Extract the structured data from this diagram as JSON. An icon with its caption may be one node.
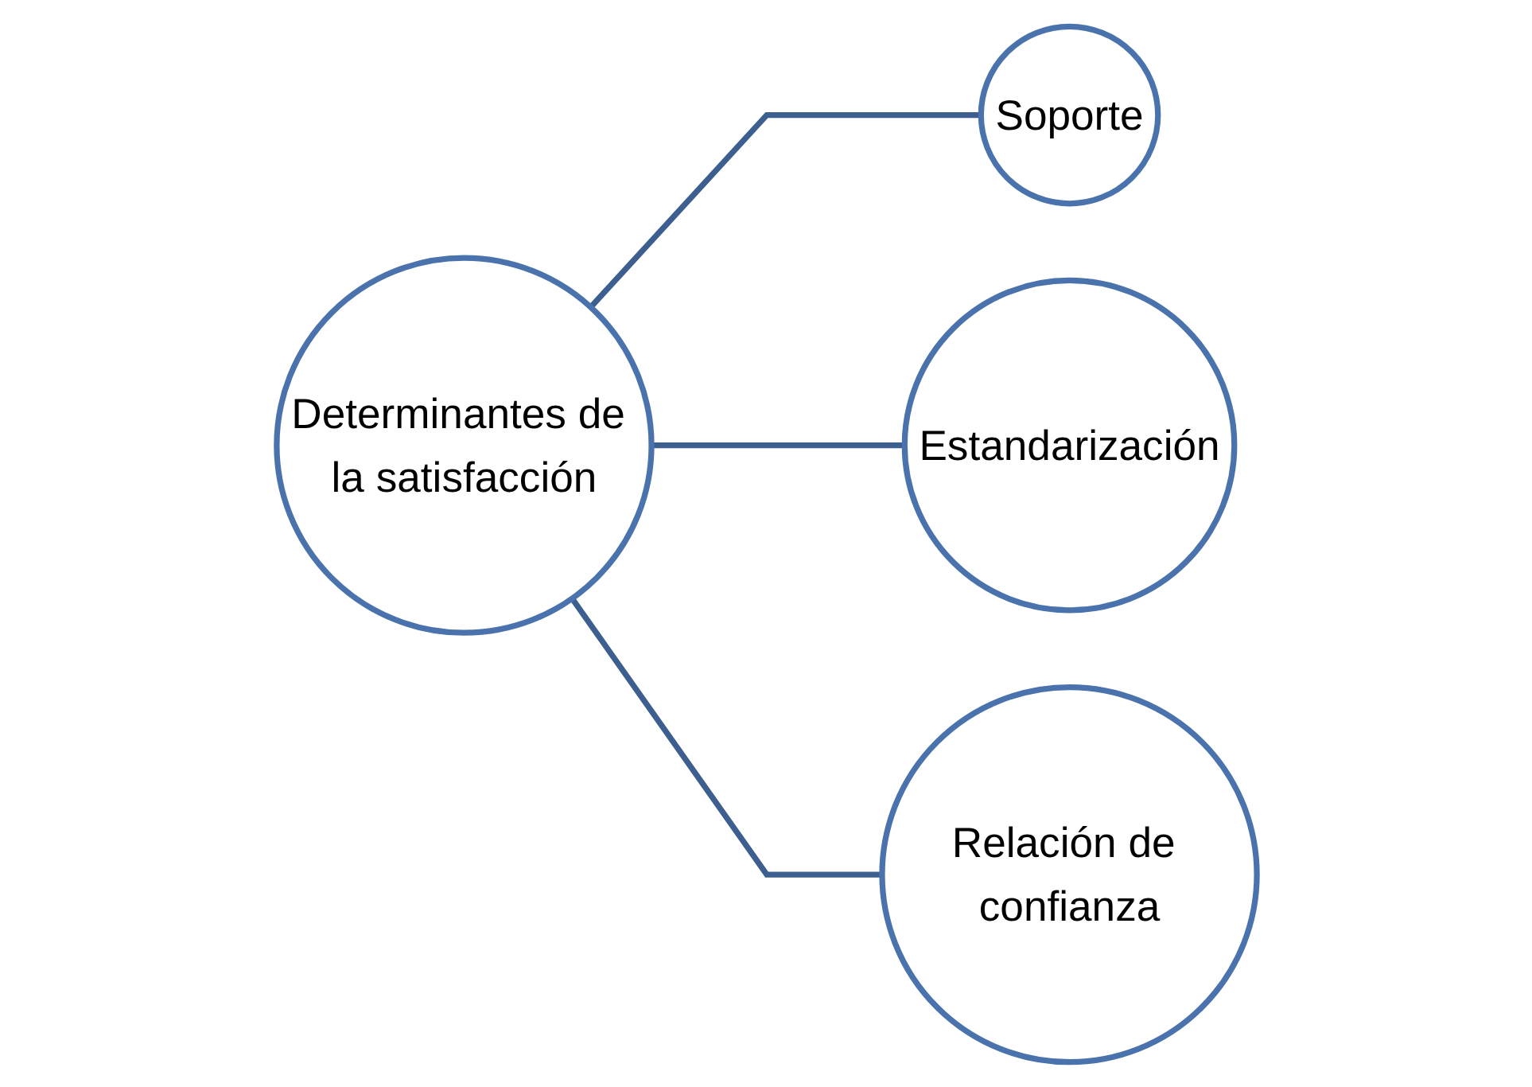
{
  "diagram": {
    "nodes": [
      {
        "text": [
          "Determinantes de la satisfacción"
        ]
      },
      {
        "text": [
          "Soporte"
        ]
      },
      {
        "text": [
          "Estandarización"
        ]
      },
      {
        "text": [
          "Relación de confianza"
        ]
      }
    ],
    "edges": [
      {
        "from": 0,
        "to": 1,
        "arrow": "none"
      },
      {
        "from": 0,
        "to": 2,
        "arrow": "none"
      },
      {
        "from": 0,
        "to": 3,
        "arrow": "none"
      }
    ]
  }
}
